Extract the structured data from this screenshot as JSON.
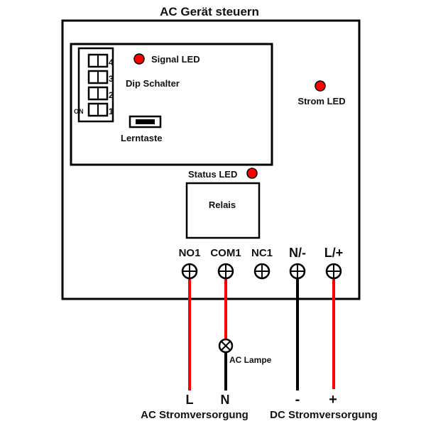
{
  "title": "AC Gerät steuern",
  "colors": {
    "led": "#ff0000",
    "wire_red": "#ff0000",
    "wire_black": "#000000",
    "stroke": "#000000"
  },
  "board": {
    "signal_led": "Signal LED",
    "dip_label": "Dip Schalter",
    "dip_switches": [
      "4",
      "3",
      "2",
      "1"
    ],
    "dip_on": "ON",
    "learn_button": "Lerntaste",
    "power_led": "Strom LED",
    "status_led": "Status LED",
    "relay": "Relais"
  },
  "terminals": [
    {
      "label": "NO1",
      "wire": "red"
    },
    {
      "label": "COM1",
      "wire": "red"
    },
    {
      "label": "NC1",
      "wire": "none"
    },
    {
      "label": "N/-",
      "wire": "black"
    },
    {
      "label": "L/+",
      "wire": "red"
    }
  ],
  "load": {
    "label": "AC Lampe"
  },
  "wire_ends": {
    "l": "L",
    "n": "N",
    "minus": "-",
    "plus": "+"
  },
  "supplies": {
    "ac": "AC Stromversorgung",
    "dc": "DC Stromversorgung"
  }
}
